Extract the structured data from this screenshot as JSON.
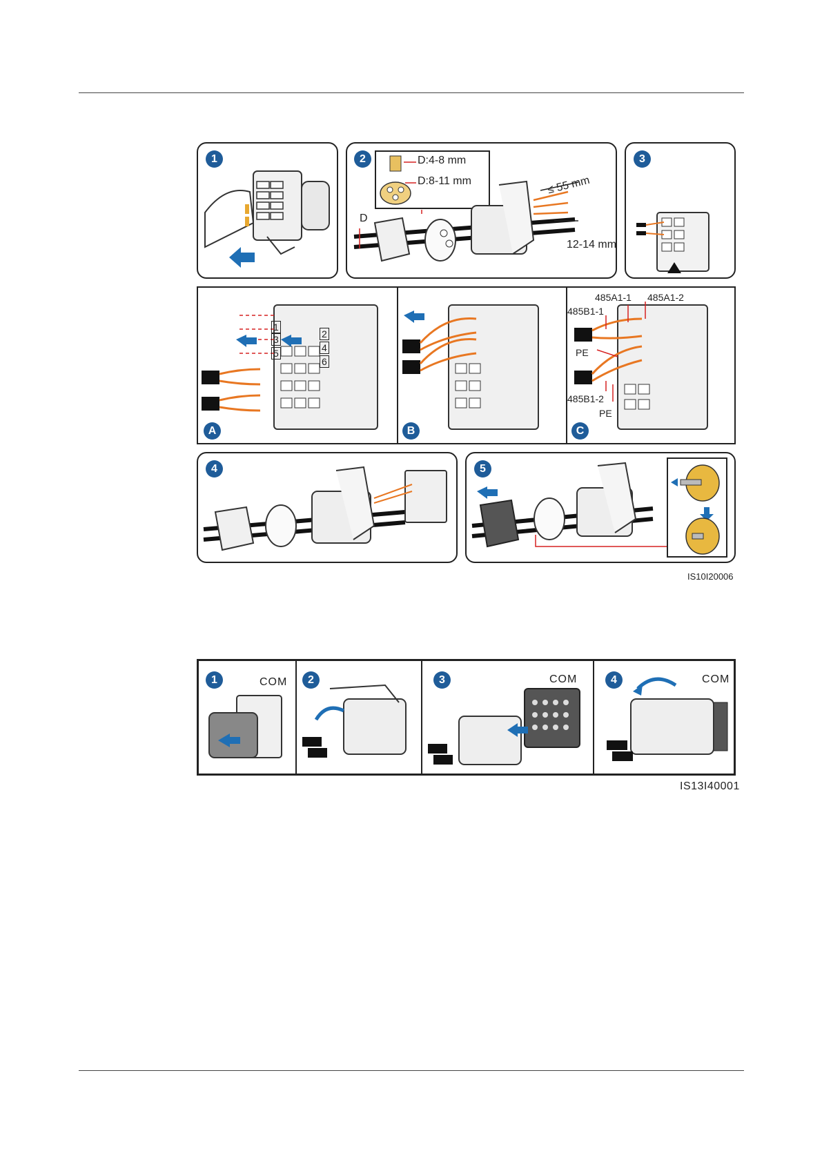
{
  "figure1": {
    "steps": [
      "1",
      "2",
      "3",
      "4",
      "5"
    ],
    "substeps": [
      "A",
      "B",
      "C"
    ],
    "gland_small": "D:4-8 mm",
    "gland_large": "D:8-11 mm",
    "diameter_label": "D",
    "strip_length": "≤ 55 mm",
    "strip_end": "12-14 mm",
    "pin_numbers": [
      "1",
      "2",
      "3",
      "4",
      "5",
      "6"
    ],
    "wire_485A1_1": "485A1-1",
    "wire_485A1_2": "485A1-2",
    "wire_485B1_1": "485B1-1",
    "wire_485B1_2": "485B1-2",
    "wire_pe": "PE",
    "figure_id": "IS10I20006"
  },
  "figure2": {
    "steps": [
      "1",
      "2",
      "3",
      "4"
    ],
    "port_label": "COM",
    "figure_id": "IS13I40001"
  },
  "colors": {
    "badge": "#1f5c99",
    "arrow": "#1f6fb5",
    "wire": "#e87722",
    "guide": "#d62020"
  }
}
